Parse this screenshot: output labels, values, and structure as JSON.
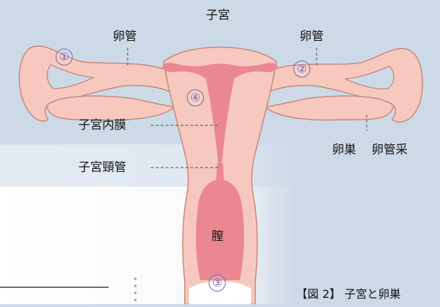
{
  "labels": {
    "uterus": "子宮",
    "tube_left": "卵管",
    "tube_right": "卵管",
    "endometrium": "子宮内膜",
    "cervix": "子宮頸管",
    "ovary": "卵巣",
    "fimbria": "卵管采",
    "vagina": "膣"
  },
  "markers": [
    "①",
    "②",
    "③",
    "④"
  ],
  "caption": "【図 2】 子宮と卵巣",
  "colors": {
    "background": "#ccd9e7",
    "organ_fill": "#f6c8be",
    "organ_stroke": "#c8867a",
    "cavity": "#eb8791",
    "marker": "#6e63a8",
    "leader": "#666666"
  }
}
